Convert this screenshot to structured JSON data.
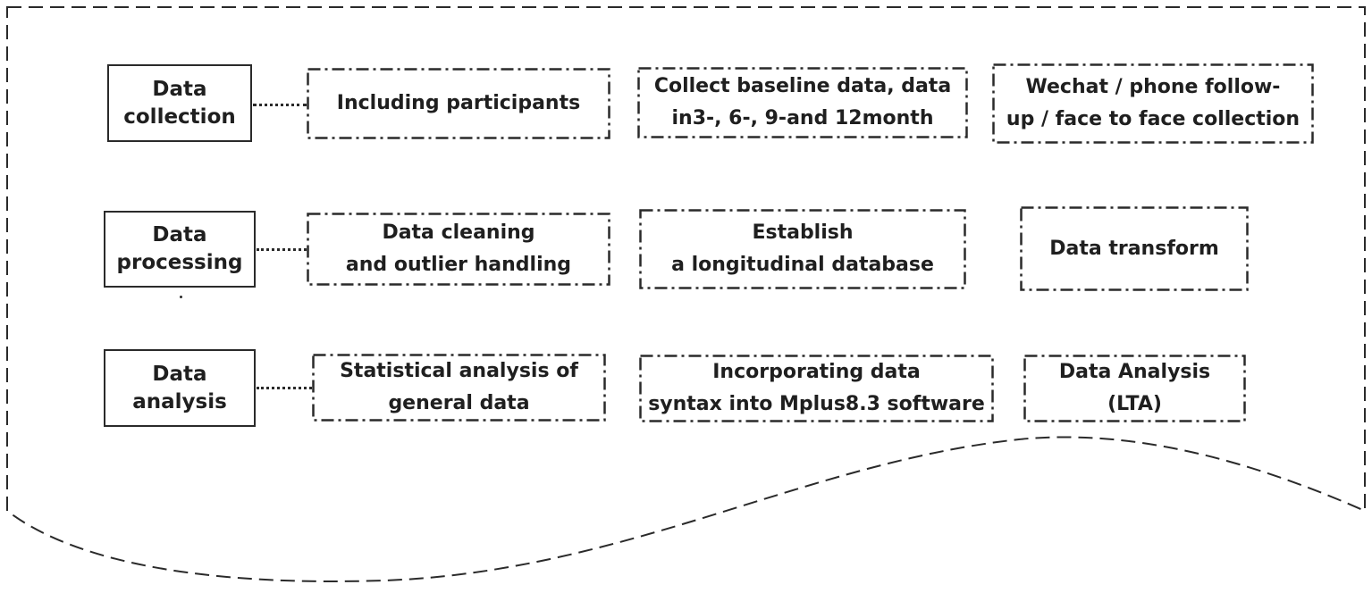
{
  "stages": [
    {
      "label": "Data\ncollection",
      "steps": [
        "Including participants",
        "Collect baseline data, data\nin3-, 6-, 9-and 12month",
        "Wechat / phone follow-\nup / face to face collection"
      ]
    },
    {
      "label": "Data\nprocessing",
      "steps": [
        "Data cleaning\nand outlier handling",
        "Establish\na longitudinal database",
        "Data transform"
      ]
    },
    {
      "label": "Data\nanalysis",
      "steps": [
        "Statistical analysis of\ngeneral data",
        "Incorporating data\nsyntax into Mplus8.3 software",
        "Data Analysis\n(LTA)"
      ]
    }
  ]
}
